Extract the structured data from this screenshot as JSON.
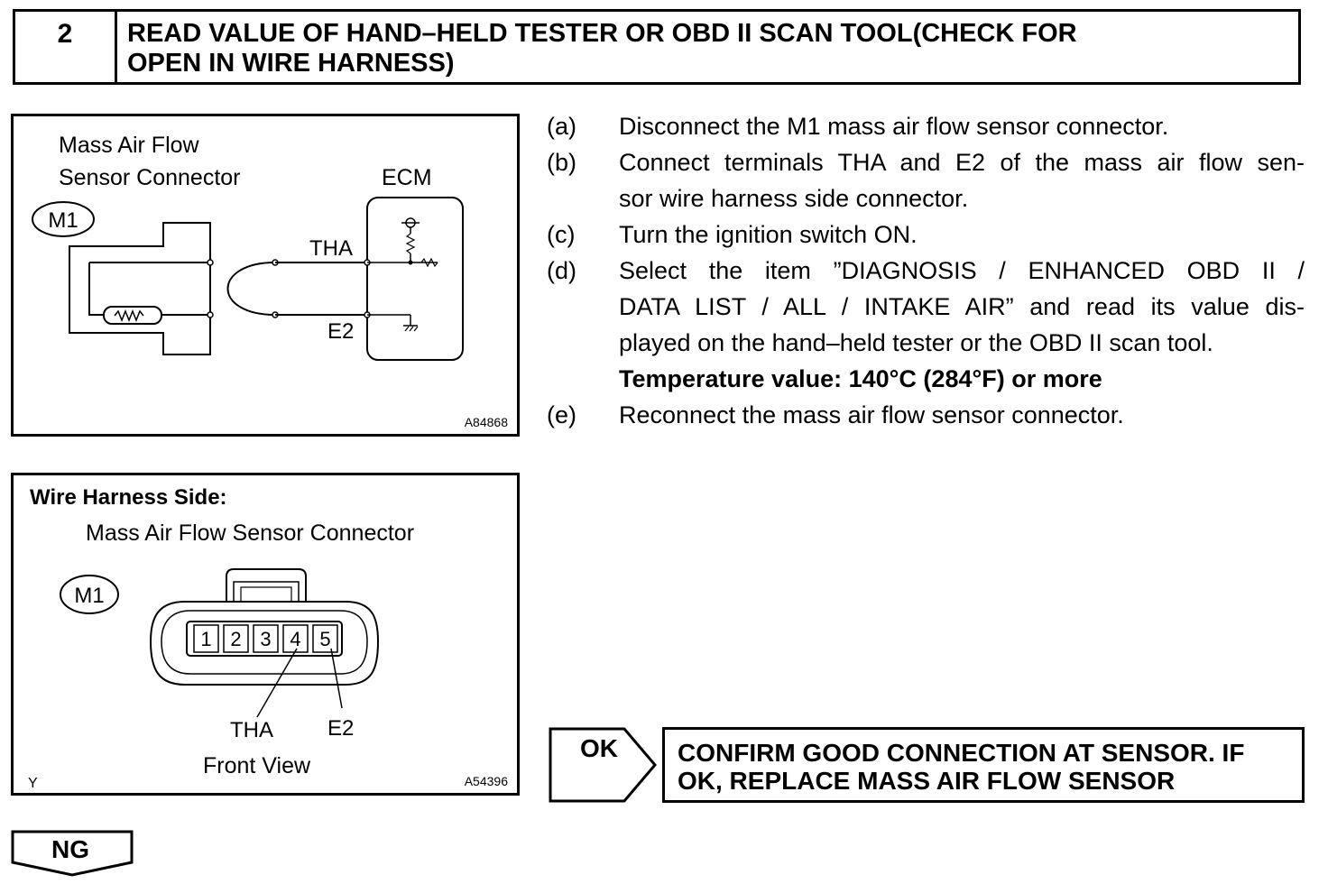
{
  "header": {
    "step_number": "2",
    "title_line1": "READ VALUE OF HAND–HELD TESTER OR OBD II SCAN TOOL(CHECK FOR",
    "title_line2": "OPEN IN WIRE HARNESS)"
  },
  "figure1": {
    "caption_line1": "Mass Air Flow",
    "caption_line2": "Sensor Connector",
    "ecm_label": "ECM",
    "connector_id": "M1",
    "tha_label": "THA",
    "e2_label": "E2",
    "figure_code": "A84868"
  },
  "figure2": {
    "heading": "Wire Harness Side:",
    "caption": "Mass Air Flow Sensor Connector",
    "connector_id": "M1",
    "pins": [
      "1",
      "2",
      "3",
      "4",
      "5"
    ],
    "tha_label": "THA",
    "e2_label": "E2",
    "view_label": "Front View",
    "corner_mark": "Y",
    "figure_code": "A54396"
  },
  "instructions": [
    {
      "label": "(a)",
      "lines": [
        "Disconnect the M1 mass air flow sensor connector."
      ]
    },
    {
      "label": "(b)",
      "lines": [
        "Connect terminals THA and E2 of the mass air flow sen-",
        "sor wire harness side connector."
      ]
    },
    {
      "label": "(c)",
      "lines": [
        "Turn the ignition switch ON."
      ]
    },
    {
      "label": "(d)",
      "lines": [
        "Select the item ”DIAGNOSIS / ENHANCED OBD II /",
        "DATA LIST / ALL / INTAKE AIR” and read its value dis-",
        "played on the hand–held tester or the OBD II scan tool."
      ]
    },
    {
      "label": "(e)",
      "lines": [
        "Reconnect the mass air flow sensor connector."
      ]
    }
  ],
  "spec": "Temperature value: 140°C (284°F) or more",
  "ok_result": {
    "label": "OK",
    "action_line1": "CONFIRM GOOD CONNECTION AT SENSOR. IF",
    "action_line2": "OK, REPLACE MASS AIR FLOW SENSOR"
  },
  "ng_result": {
    "label": "NG"
  }
}
